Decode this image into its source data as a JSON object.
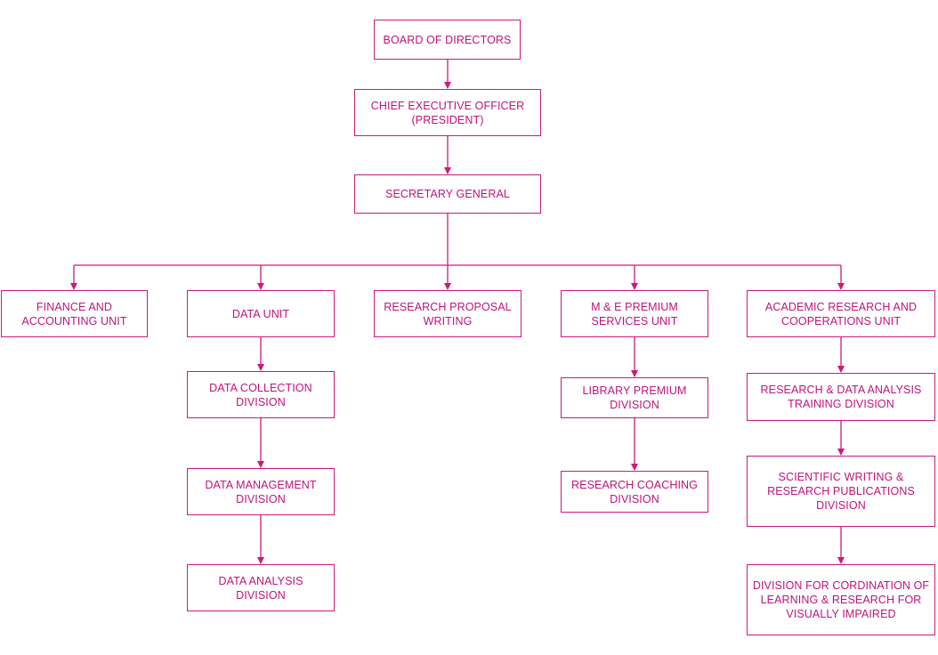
{
  "colors": {
    "line": "#cc1a7a",
    "text": "#c0137a",
    "background": "#ffffff"
  },
  "org_chart": {
    "board": {
      "label": "BOARD OF DIRECTORS"
    },
    "ceo": {
      "label": "CHIEF EXECUTIVE OFFICER\n(PRESIDENT)"
    },
    "secretary_general": {
      "label": "SECRETARY GENERAL"
    },
    "units": {
      "finance": {
        "label": "FINANCE AND\nACCOUNTING UNIT"
      },
      "data_unit": {
        "label": "DATA UNIT",
        "divisions": [
          {
            "label": "DATA COLLECTION\nDIVISION"
          },
          {
            "label": "DATA MANAGEMENT\nDIVISION"
          },
          {
            "label": "DATA ANALYSIS\nDIVISION"
          }
        ]
      },
      "research_proposal": {
        "label": "RESEARCH PROPOSAL\nWRITING"
      },
      "me_premium": {
        "label": "M & E PREMIUM\nSERVICES UNIT",
        "divisions": [
          {
            "label": "LIBRARY PREMIUM\nDIVISION"
          },
          {
            "label": "RESEARCH COACHING\nDIVISION"
          }
        ]
      },
      "academic": {
        "label": "ACADEMIC RESEARCH AND\nCOOPERATIONS UNIT",
        "divisions": [
          {
            "label": "RESEARCH & DATA ANALYSIS\nTRAINING DIVISION"
          },
          {
            "label": "SCIENTIFIC WRITING &\nRESEARCH PUBLICATIONS\nDIVISION"
          },
          {
            "label": "DIVISION FOR CORDINATION OF\nLEARNING & RESEARCH FOR\nVISUALLY IMPAIRED"
          }
        ]
      }
    }
  }
}
